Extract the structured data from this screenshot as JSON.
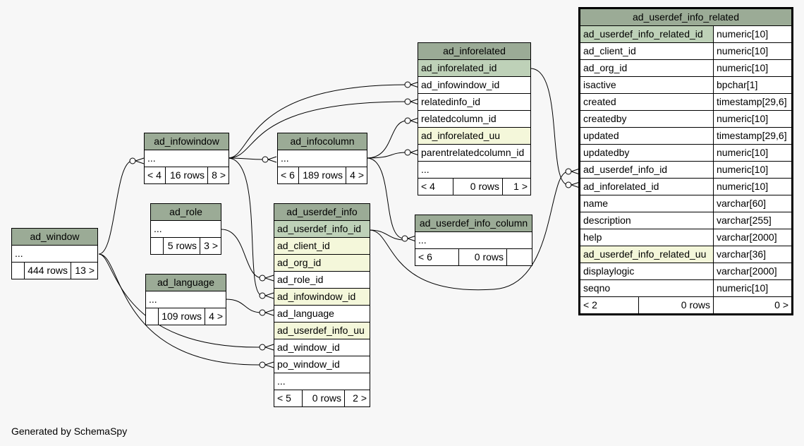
{
  "footer": "Generated by SchemaSpy",
  "tables": {
    "ad_window": {
      "name": "ad_window",
      "cols": [
        "..."
      ],
      "foot": [
        "",
        "444 rows",
        "13 >"
      ]
    },
    "ad_infowindow": {
      "name": "ad_infowindow",
      "cols": [
        "..."
      ],
      "foot": [
        "< 4",
        "16 rows",
        "8 >"
      ]
    },
    "ad_role": {
      "name": "ad_role",
      "cols": [
        "..."
      ],
      "foot": [
        "",
        "5 rows",
        "3 >"
      ]
    },
    "ad_language": {
      "name": "ad_language",
      "cols": [
        "..."
      ],
      "foot": [
        "",
        "109 rows",
        "4 >"
      ]
    },
    "ad_infocolumn": {
      "name": "ad_infocolumn",
      "cols": [
        "..."
      ],
      "foot": [
        "< 6",
        "189 rows",
        "4 >"
      ]
    },
    "ad_userdef_info": {
      "name": "ad_userdef_info",
      "cols": [
        "ad_userdef_info_id",
        "ad_client_id",
        "ad_org_id",
        "ad_role_id",
        "ad_infowindow_id",
        "ad_language",
        "ad_userdef_info_uu",
        "ad_window_id",
        "po_window_id",
        "..."
      ],
      "foot": [
        "< 5",
        "0 rows",
        "2 >"
      ]
    },
    "ad_inforelated": {
      "name": "ad_inforelated",
      "cols": [
        "ad_inforelated_id",
        "ad_infowindow_id",
        "relatedinfo_id",
        "relatedcolumn_id",
        "ad_inforelated_uu",
        "parentrelatedcolumn_id",
        "..."
      ],
      "foot": [
        "< 4",
        "0 rows",
        "1 >"
      ]
    },
    "ad_userdef_info_column": {
      "name": "ad_userdef_info_column",
      "cols": [
        "..."
      ],
      "foot": [
        "< 6",
        "0 rows",
        ""
      ]
    },
    "ad_userdef_info_related": {
      "name": "ad_userdef_info_related",
      "cols": [
        [
          "ad_userdef_info_related_id",
          "numeric[10]"
        ],
        [
          "ad_client_id",
          "numeric[10]"
        ],
        [
          "ad_org_id",
          "numeric[10]"
        ],
        [
          "isactive",
          "bpchar[1]"
        ],
        [
          "created",
          "timestamp[29,6]"
        ],
        [
          "createdby",
          "numeric[10]"
        ],
        [
          "updated",
          "timestamp[29,6]"
        ],
        [
          "updatedby",
          "numeric[10]"
        ],
        [
          "ad_userdef_info_id",
          "numeric[10]"
        ],
        [
          "ad_inforelated_id",
          "numeric[10]"
        ],
        [
          "name",
          "varchar[60]"
        ],
        [
          "description",
          "varchar[255]"
        ],
        [
          "help",
          "varchar[2000]"
        ],
        [
          "ad_userdef_info_related_uu",
          "varchar[36]"
        ],
        [
          "displaylogic",
          "varchar[2000]"
        ],
        [
          "seqno",
          "numeric[10]"
        ]
      ],
      "foot": [
        "< 2",
        "0 rows",
        "0 >"
      ]
    }
  }
}
